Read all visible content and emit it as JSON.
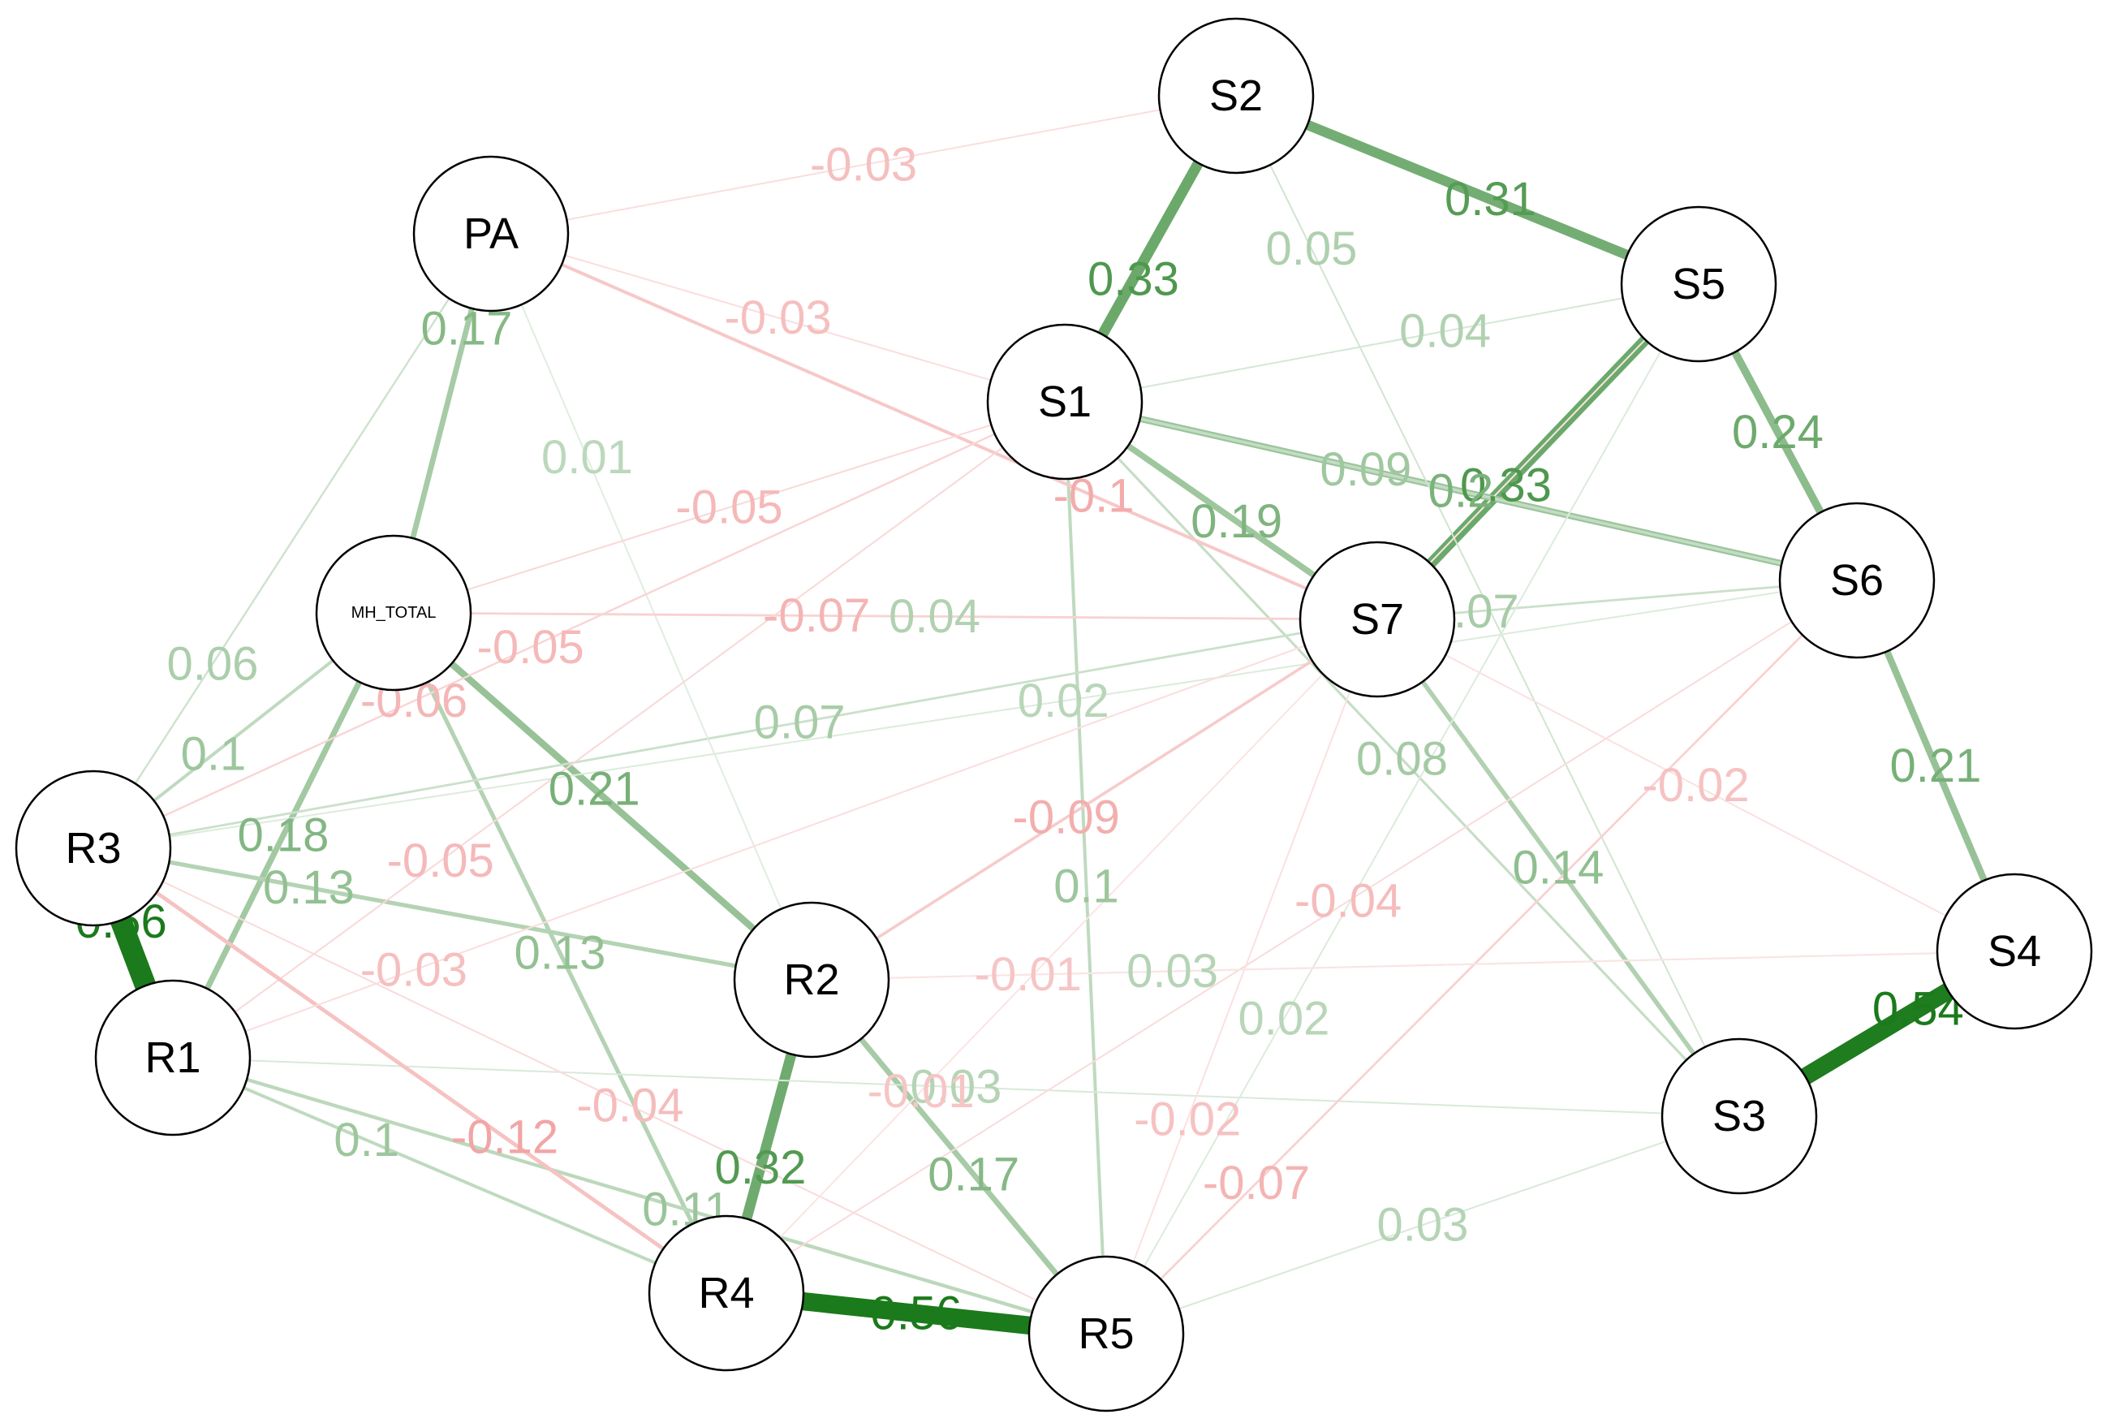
{
  "colors": {
    "positive": "#1b7a1b",
    "negative": "#e23b3b",
    "node_fill": "#ffffff",
    "node_stroke": "#000000"
  },
  "nodes": [
    {
      "id": "PA",
      "label": "PA"
    },
    {
      "id": "MH_TOTAL",
      "label": "MH_TOTAL"
    },
    {
      "id": "S1",
      "label": "S1"
    },
    {
      "id": "S2",
      "label": "S2"
    },
    {
      "id": "S3",
      "label": "S3"
    },
    {
      "id": "S4",
      "label": "S4"
    },
    {
      "id": "S5",
      "label": "S5"
    },
    {
      "id": "S6",
      "label": "S6"
    },
    {
      "id": "S7",
      "label": "S7"
    },
    {
      "id": "R1",
      "label": "R1"
    },
    {
      "id": "R2",
      "label": "R2"
    },
    {
      "id": "R3",
      "label": "R3"
    },
    {
      "id": "R4",
      "label": "R4"
    },
    {
      "id": "R5",
      "label": "R5"
    }
  ],
  "edges": [
    {
      "from": "R4",
      "to": "R5",
      "weight": 0.56,
      "label": "0.56"
    },
    {
      "from": "R3",
      "to": "R1",
      "weight": 0.66,
      "label": "0.66"
    },
    {
      "from": "S3",
      "to": "S4",
      "weight": 0.54,
      "label": "0.54"
    },
    {
      "from": "S2",
      "to": "S1",
      "weight": 0.33,
      "label": "0.33"
    },
    {
      "from": "S5",
      "to": "S7",
      "weight": 0.33,
      "label": "0.33"
    },
    {
      "from": "S2",
      "to": "S5",
      "weight": 0.31,
      "label": "0.31"
    },
    {
      "from": "R2",
      "to": "R4",
      "weight": 0.32,
      "label": "0.32"
    },
    {
      "from": "S5",
      "to": "S6",
      "weight": 0.24,
      "label": "0.24"
    },
    {
      "from": "S6",
      "to": "S4",
      "weight": 0.21,
      "label": "0.21"
    },
    {
      "from": "MH_TOTAL",
      "to": "R2",
      "weight": 0.21,
      "label": "0.21"
    },
    {
      "from": "S1",
      "to": "S6",
      "weight": 0.2,
      "label": "0.2"
    },
    {
      "from": "S1",
      "to": "S7",
      "weight": 0.19,
      "label": "0.19"
    },
    {
      "from": "PA",
      "to": "MH_TOTAL",
      "weight": 0.17,
      "label": "0.17"
    },
    {
      "from": "R2",
      "to": "R5",
      "weight": 0.17,
      "label": "0.17"
    },
    {
      "from": "MH_TOTAL",
      "to": "R1",
      "weight": 0.18,
      "label": "0.18"
    },
    {
      "from": "R3",
      "to": "R2",
      "weight": 0.13,
      "label": "0.13"
    },
    {
      "from": "MH_TOTAL",
      "to": "R4",
      "weight": 0.13,
      "label": "0.13"
    },
    {
      "from": "S7",
      "to": "S3",
      "weight": 0.14,
      "label": "0.14"
    },
    {
      "from": "R1",
      "to": "R4",
      "weight": 0.1,
      "label": "0.1"
    },
    {
      "from": "R1",
      "to": "R5",
      "weight": 0.11,
      "label": "0.11"
    },
    {
      "from": "S1",
      "to": "R5",
      "weight": 0.1,
      "label": "0.1"
    },
    {
      "from": "MH_TOTAL",
      "to": "R3",
      "weight": 0.1,
      "label": "0.1"
    },
    {
      "from": "S1",
      "to": "S6",
      "weight": 0.09,
      "label": "0.09"
    },
    {
      "from": "S1",
      "to": "S3",
      "weight": 0.08,
      "label": "0.08"
    },
    {
      "from": "R3",
      "to": "S7",
      "weight": 0.07,
      "label": "0.07"
    },
    {
      "from": "S7",
      "to": "S6",
      "weight": 0.07,
      "label": "0.07"
    },
    {
      "from": "PA",
      "to": "R3",
      "weight": 0.06,
      "label": "0.06"
    },
    {
      "from": "S2",
      "to": "S3",
      "weight": 0.05,
      "label": "0.05"
    },
    {
      "from": "S1",
      "to": "S5",
      "weight": 0.04,
      "label": "0.04"
    },
    {
      "from": "MH_TOTAL",
      "to": "S7",
      "weight": 0.04,
      "label": "0.04"
    },
    {
      "from": "R1",
      "to": "S3",
      "weight": 0.03,
      "label": "0.03"
    },
    {
      "from": "R2",
      "to": "S4",
      "weight": 0.03,
      "label": "0.03"
    },
    {
      "from": "R5",
      "to": "S3",
      "weight": 0.03,
      "label": "0.03"
    },
    {
      "from": "R3",
      "to": "S6",
      "weight": 0.02,
      "label": "0.02"
    },
    {
      "from": "R5",
      "to": "S5",
      "weight": 0.02,
      "label": "0.02"
    },
    {
      "from": "PA",
      "to": "R2",
      "weight": 0.01,
      "label": "0.01"
    },
    {
      "from": "PA",
      "to": "S2",
      "weight": -0.03,
      "label": "-0.03"
    },
    {
      "from": "PA",
      "to": "S1",
      "weight": -0.03,
      "label": "-0.03"
    },
    {
      "from": "PA",
      "to": "S7",
      "weight": -0.1,
      "label": "-0.1"
    },
    {
      "from": "MH_TOTAL",
      "to": "S7",
      "weight": -0.07,
      "label": "-0.07"
    },
    {
      "from": "MH_TOTAL",
      "to": "S1",
      "weight": -0.05,
      "label": "-0.05"
    },
    {
      "from": "R3",
      "to": "S1",
      "weight": -0.05,
      "label": "-0.05"
    },
    {
      "from": "R1",
      "to": "S1",
      "weight": -0.05,
      "label": "-0.05"
    },
    {
      "from": "R3",
      "to": "S1",
      "weight": -0.06,
      "label": "-0.06"
    },
    {
      "from": "R2",
      "to": "S7",
      "weight": -0.09,
      "label": "-0.09"
    },
    {
      "from": "R3",
      "to": "R4",
      "weight": -0.12,
      "label": "-0.12"
    },
    {
      "from": "R3",
      "to": "R5",
      "weight": -0.04,
      "label": "-0.04"
    },
    {
      "from": "R1",
      "to": "S7",
      "weight": -0.03,
      "label": "-0.03"
    },
    {
      "from": "R4",
      "to": "S6",
      "weight": -0.04,
      "label": "-0.04"
    },
    {
      "from": "R5",
      "to": "S6",
      "weight": -0.07,
      "label": "-0.07"
    },
    {
      "from": "S7",
      "to": "S4",
      "weight": -0.02,
      "label": "-0.02"
    },
    {
      "from": "R4",
      "to": "S5",
      "weight": -0.01,
      "label": "-0.01"
    },
    {
      "from": "R5",
      "to": "S7",
      "weight": -0.02,
      "label": "-0.02"
    },
    {
      "from": "R2",
      "to": "S4",
      "weight": -0.01,
      "label": "-0.01"
    }
  ]
}
